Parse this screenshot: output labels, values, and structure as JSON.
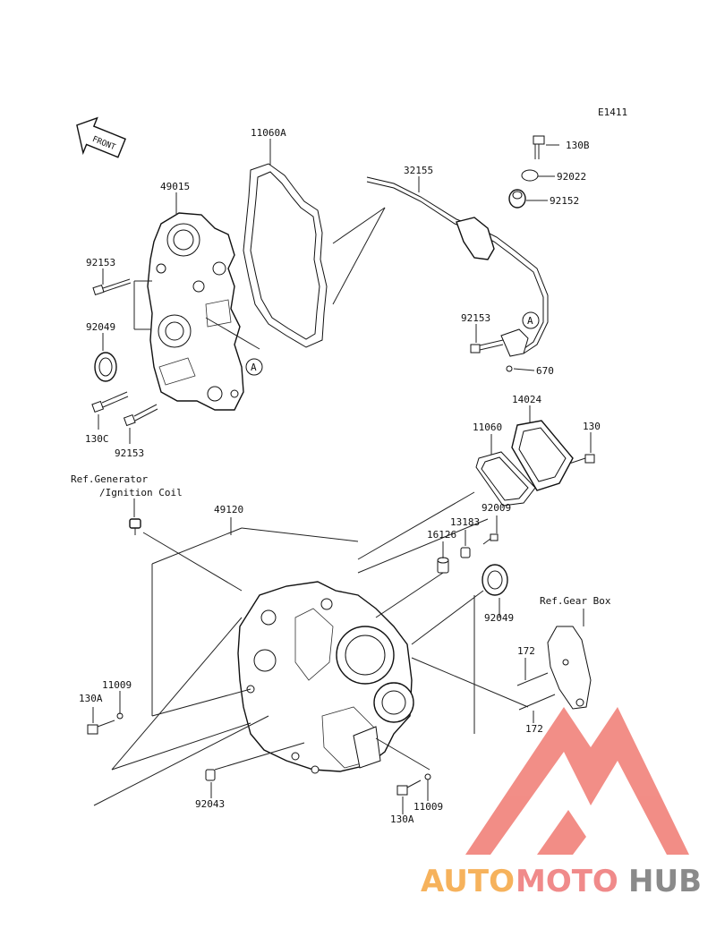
{
  "diagram_id": "E1411",
  "front_marker": "FRONT",
  "ref_notes": {
    "generator_line1": "Ref.Generator",
    "generator_line2": "/Ignition Coil",
    "gearbox": "Ref.Gear Box"
  },
  "parts": {
    "p11060A": "11060A",
    "p49015": "49015",
    "p32155": "32155",
    "p130B": "130B",
    "p92022": "92022",
    "p92152": "92152",
    "p92153_a": "92153",
    "p92049_a": "92049",
    "p130C": "130C",
    "p92153_b": "92153",
    "p92153_c": "92153",
    "p670": "670",
    "p14024": "14024",
    "p11060": "11060",
    "p130": "130",
    "p92009": "92009",
    "p13183": "13183",
    "p16126": "16126",
    "p49120": "49120",
    "p92049_b": "92049",
    "p172_a": "172",
    "p172_b": "172",
    "p11009_a": "11009",
    "p130A_a": "130A",
    "p92043": "92043",
    "p11009_b": "11009",
    "p130A_b": "130A"
  },
  "callout_a": "A",
  "watermark": {
    "part1": "AUTO",
    "part2": "MOTO",
    "part3": "HUB",
    "color1": "#f6b25c",
    "color2": "#f08a8a",
    "color3": "#8a8a8a",
    "logo_color": "#f07a72"
  }
}
